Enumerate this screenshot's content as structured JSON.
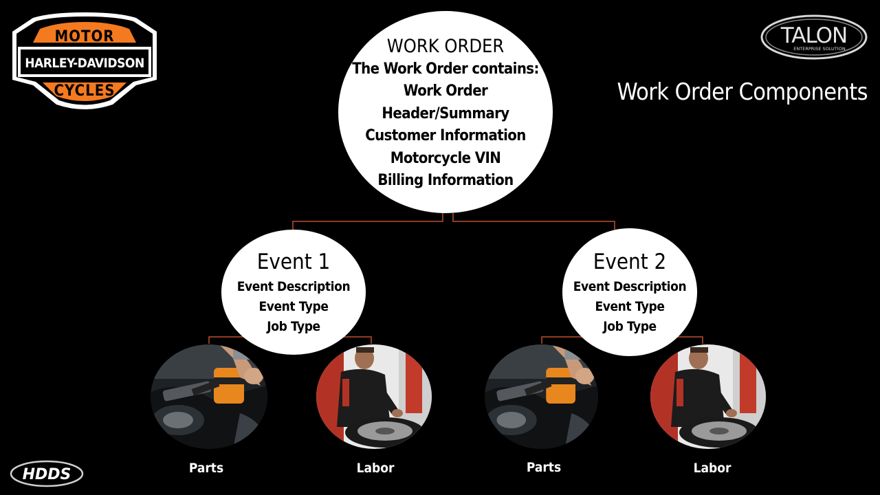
{
  "slide": {
    "title": "Work Order Components"
  },
  "logos": {
    "harley": {
      "top_text": "MOTOR",
      "middle_text": "HARLEY-DAVIDSON",
      "bottom_text": "CYCLES"
    },
    "talon": {
      "name": "TALON",
      "tagline": "ENTERPRISE SOLUTION"
    },
    "hdds": {
      "name": "HDDS"
    }
  },
  "work_order": {
    "title": "WORK ORDER",
    "lines": [
      "The Work Order contains:",
      "Work Order",
      "Header/Summary",
      "Customer Information",
      "Motorcycle VIN",
      "Billing Information"
    ]
  },
  "events": [
    {
      "title": "Event 1",
      "lines": [
        "Event Description",
        "Event Type",
        "Job Type"
      ],
      "children": [
        {
          "label": "Parts",
          "image": "oil-pouring-photo"
        },
        {
          "label": "Labor",
          "image": "mechanic-tire-photo"
        }
      ]
    },
    {
      "title": "Event 2",
      "lines": [
        "Event Description",
        "Event Type",
        "Job Type"
      ],
      "children": [
        {
          "label": "Parts",
          "image": "oil-pouring-photo"
        },
        {
          "label": "Labor",
          "image": "mechanic-tire-photo"
        }
      ]
    }
  ],
  "colors": {
    "background": "#000000",
    "connector": "#c0502a",
    "harley_orange": "#f47a20",
    "text_light": "#ffffff"
  }
}
